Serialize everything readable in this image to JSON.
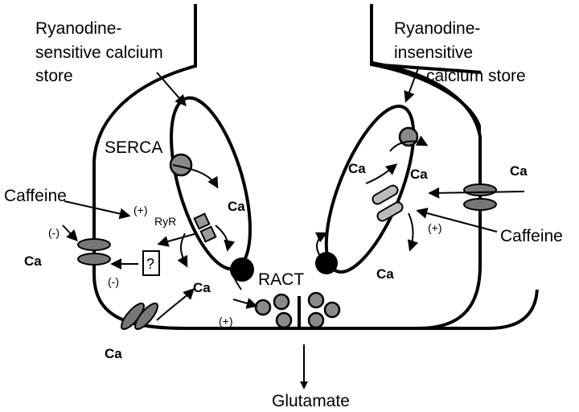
{
  "labels": {
    "rs_store": [
      "Ryanodine-",
      "sensitive calcium",
      "store"
    ],
    "ri_store": [
      "Ryanodine-",
      "insensitive",
      "calcium store"
    ],
    "serca": "SERCA",
    "ryr": "RyR",
    "ryr_plus": "(+)",
    "ract": "RACT",
    "caffeine_left": "Caffeine",
    "caffeine_right": "Caffeine",
    "caffeine_right_plus": "(+)",
    "minus_top": "(-)",
    "minus_bottom": "(-)",
    "question": "?",
    "vesicle_plus": "(+)",
    "glutamate": "Glutamate",
    "ca": "Ca"
  }
}
